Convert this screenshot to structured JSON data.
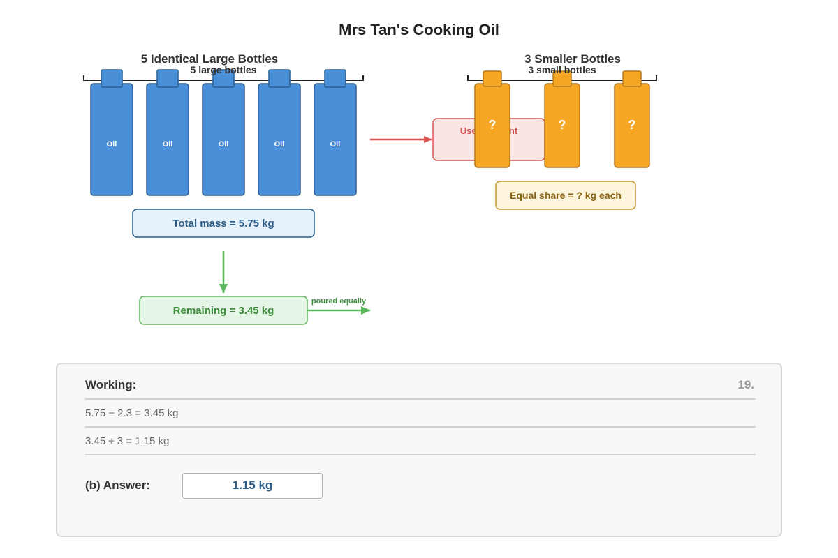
{
  "title": "Mrs Tan's Cooking Oil",
  "large_group": {
    "heading": "5 Identical Large Bottles",
    "brace_label": "5 large bottles",
    "bottle_label": "Oil",
    "count": 5,
    "total_label": "Total mass = 5.75 kg"
  },
  "used_box_label": "Used amount",
  "small_group": {
    "heading": "3 Smaller Bottles",
    "brace_label": "3 small bottles",
    "bottle_label": "?",
    "count": 3,
    "share_label": "Equal share = ? kg each"
  },
  "remaining_label": "Remaining = 3.45 kg",
  "poured_label": "poured equally",
  "working": {
    "heading": "Working:",
    "question_number": "19.",
    "steps": [
      "5.75 − 2.3 = 3.45 kg",
      "3.45 ÷ 3 = 1.15 kg"
    ],
    "answer_label": "(b) Answer:",
    "answer_value": "1.15 kg"
  },
  "colors": {
    "large_bottle": "#4a90d9",
    "large_bottle_stroke": "#2d5f8f",
    "small_bottle": "#f5a623",
    "small_bottle_stroke": "#b8791a",
    "used_arrow": "#d9534f",
    "remaining_arrow": "#5cb85c"
  }
}
